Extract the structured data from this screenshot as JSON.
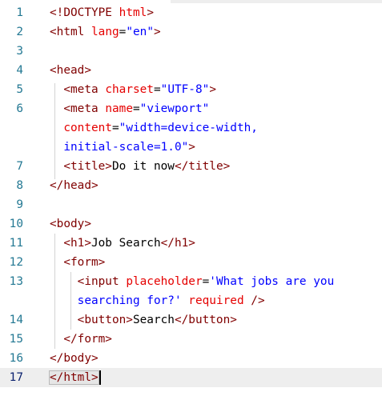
{
  "editor": {
    "current_line": 17,
    "lines": [
      {
        "n": "1",
        "parts": [
          [
            "g",
            "<!"
          ],
          [
            "g",
            "DOCTYPE"
          ],
          [
            "t",
            " "
          ],
          [
            "a",
            "html"
          ],
          [
            "g",
            ">"
          ]
        ]
      },
      {
        "n": "2",
        "parts": [
          [
            "g",
            "<html"
          ],
          [
            "t",
            " "
          ],
          [
            "a",
            "lang"
          ],
          [
            "t",
            "="
          ],
          [
            "v",
            "\"en\""
          ],
          [
            "g",
            ">"
          ]
        ]
      },
      {
        "n": "3",
        "parts": []
      },
      {
        "n": "4",
        "parts": [
          [
            "g",
            "<head>"
          ]
        ]
      },
      {
        "n": "5",
        "parts": [
          [
            "t",
            "  "
          ],
          [
            "g",
            "<meta"
          ],
          [
            "t",
            " "
          ],
          [
            "a",
            "charset"
          ],
          [
            "t",
            "="
          ],
          [
            "v",
            "\"UTF-8\""
          ],
          [
            "g",
            ">"
          ]
        ]
      },
      {
        "n": "6",
        "parts": [
          [
            "t",
            "  "
          ],
          [
            "g",
            "<meta"
          ],
          [
            "t",
            " "
          ],
          [
            "a",
            "name"
          ],
          [
            "t",
            "="
          ],
          [
            "v",
            "\"viewport\""
          ]
        ]
      },
      {
        "n": "",
        "parts": [
          [
            "t",
            "  "
          ],
          [
            "a",
            "content"
          ],
          [
            "t",
            "="
          ],
          [
            "v",
            "\"width=device-width,"
          ]
        ]
      },
      {
        "n": "",
        "parts": [
          [
            "t",
            "  "
          ],
          [
            "v",
            "initial-scale=1.0\""
          ],
          [
            "g",
            ">"
          ]
        ]
      },
      {
        "n": "7",
        "parts": [
          [
            "t",
            "  "
          ],
          [
            "g",
            "<title>"
          ],
          [
            "t",
            "Do it now"
          ],
          [
            "g",
            "</title>"
          ]
        ]
      },
      {
        "n": "8",
        "parts": [
          [
            "g",
            "</head>"
          ]
        ]
      },
      {
        "n": "9",
        "parts": []
      },
      {
        "n": "10",
        "parts": [
          [
            "g",
            "<body>"
          ]
        ]
      },
      {
        "n": "11",
        "parts": [
          [
            "t",
            "  "
          ],
          [
            "g",
            "<h1>"
          ],
          [
            "t",
            "Job Search"
          ],
          [
            "g",
            "</h1>"
          ]
        ]
      },
      {
        "n": "12",
        "parts": [
          [
            "t",
            "  "
          ],
          [
            "g",
            "<form>"
          ]
        ]
      },
      {
        "n": "13",
        "parts": [
          [
            "t",
            "    "
          ],
          [
            "g",
            "<input"
          ],
          [
            "t",
            " "
          ],
          [
            "a",
            "placeholder"
          ],
          [
            "t",
            "="
          ],
          [
            "v",
            "'What jobs are you"
          ]
        ]
      },
      {
        "n": "",
        "parts": [
          [
            "t",
            "    "
          ],
          [
            "v",
            "searching for?'"
          ],
          [
            "t",
            " "
          ],
          [
            "a",
            "required"
          ],
          [
            "t",
            " "
          ],
          [
            "g",
            "/>"
          ]
        ]
      },
      {
        "n": "14",
        "parts": [
          [
            "t",
            "    "
          ],
          [
            "g",
            "<button>"
          ],
          [
            "t",
            "Search"
          ],
          [
            "g",
            "</button>"
          ]
        ]
      },
      {
        "n": "15",
        "parts": [
          [
            "t",
            "  "
          ],
          [
            "g",
            "</form>"
          ]
        ]
      },
      {
        "n": "16",
        "parts": [
          [
            "g",
            "</body>"
          ]
        ]
      },
      {
        "n": "17",
        "parts": [
          [
            "g",
            "</html>"
          ]
        ]
      }
    ]
  },
  "colors": {
    "tag": "#800000",
    "attribute": "#e50000",
    "value": "#0000ff",
    "text": "#000000",
    "line_number": "#237893",
    "current_line_bg": "#eeeeee"
  }
}
